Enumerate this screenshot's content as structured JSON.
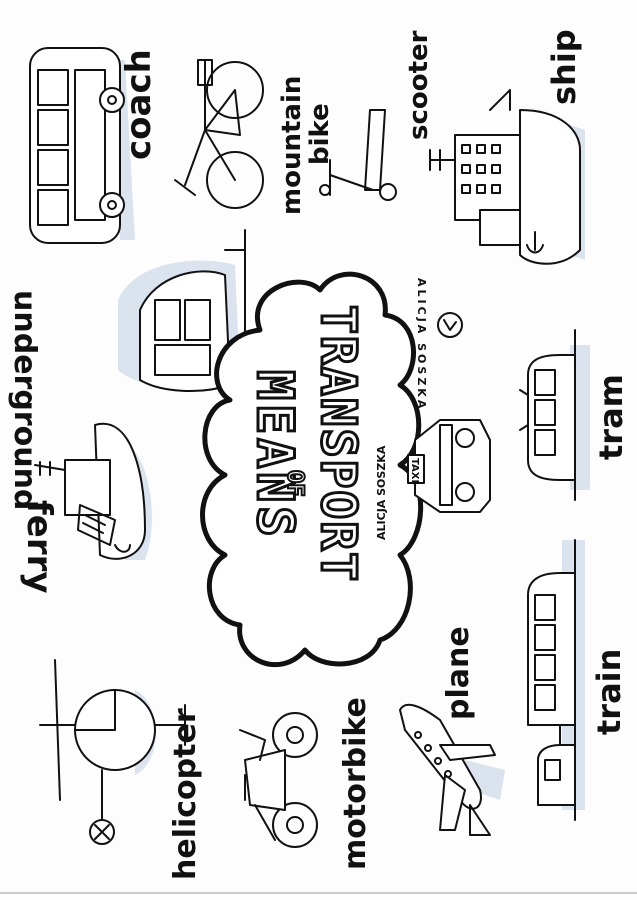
{
  "poster": {
    "title_main": "MEANS",
    "title_of": "OF",
    "title_sub": "TRANSPORT",
    "author": "ALICJA SOSZKA",
    "author_circle": "ALICJA SOSZKA"
  },
  "labels": {
    "coach": "coach",
    "mountain_bike_1": "mountain",
    "mountain_bike_2": "bike",
    "scooter": "scooter",
    "ship": "ship",
    "underground": "underground",
    "ferry": "ferry",
    "tram": "tram",
    "train": "train",
    "plane": "plane",
    "motorbike": "motorbike",
    "helicopter": "helicopter",
    "taxi_sign": "TAXI"
  }
}
